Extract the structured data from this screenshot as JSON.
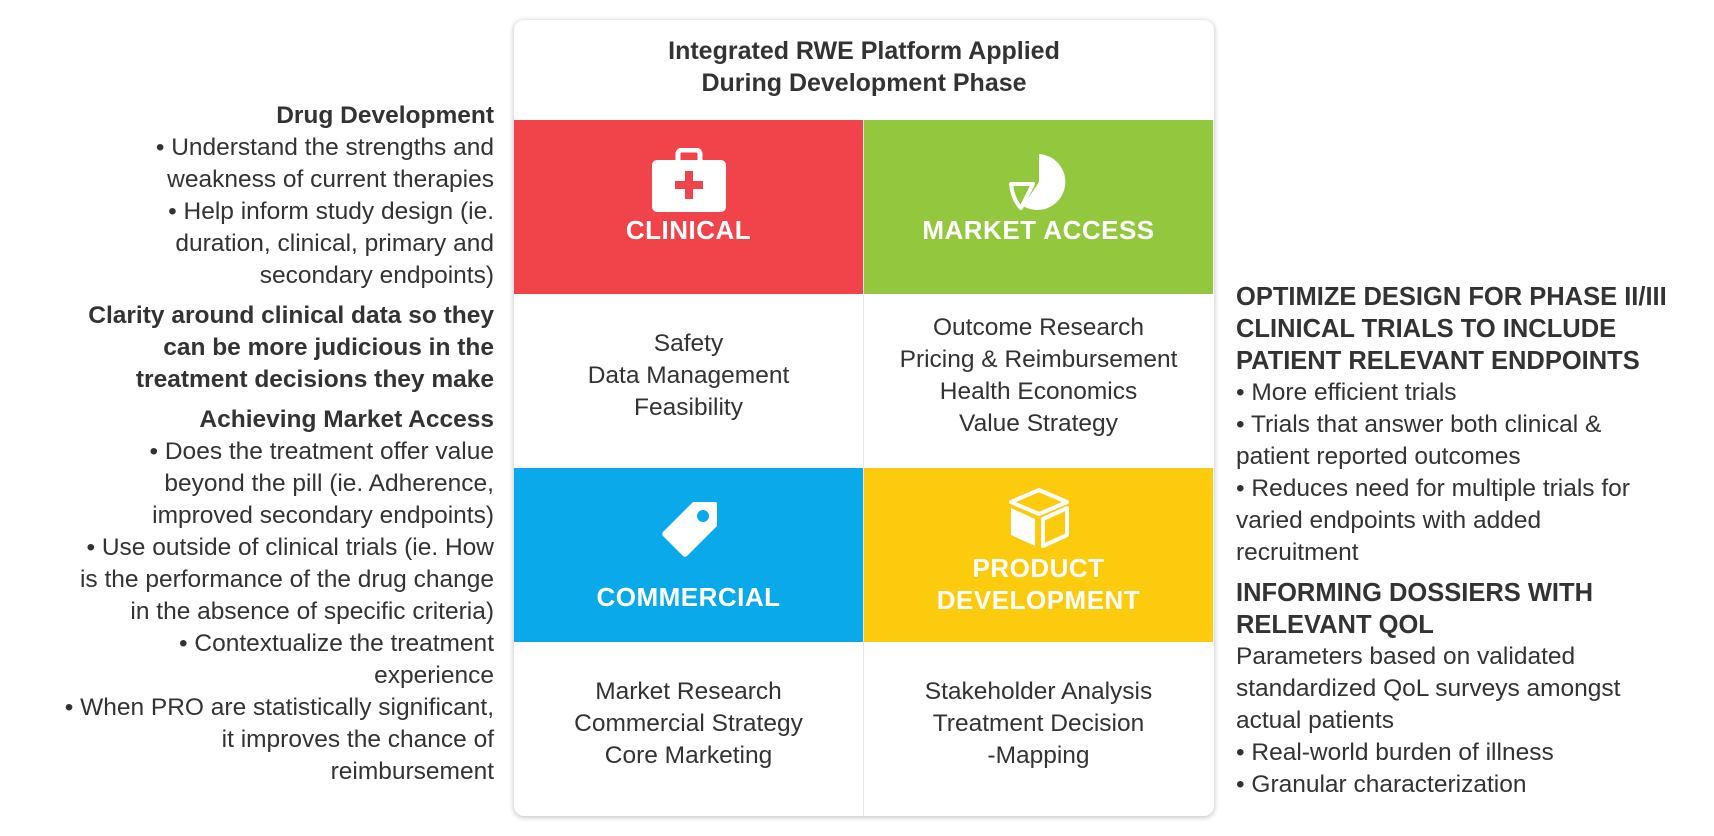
{
  "left": {
    "drug_dev": {
      "heading": "Drug Development",
      "lines": [
        "• Understand the strengths and",
        "weakness of current therapies",
        "• Help inform study design (ie.",
        "duration, clinical, primary and",
        "secondary endpoints)"
      ]
    },
    "clarity": {
      "lines": [
        "Clarity around clinical data so they",
        "can be more judicious in the",
        "treatment decisions they make"
      ]
    },
    "market_access": {
      "heading": "Achieving Market Access",
      "lines": [
        "• Does the treatment offer value",
        "beyond the pill (ie. Adherence,",
        "improved secondary endpoints)",
        "• Use outside of clinical trials (ie. How",
        "is the performance of the drug change",
        "in the absence of specific criteria)",
        "• Contextualize the treatment",
        "experience",
        "• When PRO are statistically significant,",
        "it improves the chance of",
        "reimbursement"
      ]
    }
  },
  "center": {
    "title_line1": "Integrated RWE Platform Applied",
    "title_line2": "During Development Phase",
    "tiles": {
      "clinical": {
        "label": "CLINICAL",
        "color": "#f0434a",
        "icon": "first-aid-kit-icon",
        "items": [
          "Safety",
          "Data Management",
          "Feasibility"
        ]
      },
      "market_access": {
        "label": "MARKET ACCESS",
        "color": "#93c83e",
        "icon": "pie-chart-icon",
        "items": [
          "Outcome Research",
          "Pricing & Reimbursement",
          "Health Economics",
          "Value Strategy"
        ]
      },
      "commercial": {
        "label": "COMMERCIAL",
        "color": "#0aaaea",
        "icon": "price-tag-icon",
        "items": [
          "Market Research",
          "Commercial Strategy",
          "Core Marketing"
        ]
      },
      "product_dev": {
        "label_line1": "PRODUCT",
        "label_line2": "DEVELOPMENT",
        "color": "#fccb0e",
        "icon": "box-icon",
        "items": [
          "Stakeholder Analysis",
          "Treatment Decision",
          "-Mapping"
        ]
      }
    }
  },
  "right": {
    "optimize": {
      "heading_lines": [
        "OPTIMIZE DESIGN FOR PHASE II/III",
        "CLINICAL TRIALS TO INCLUDE",
        "PATIENT RELEVANT ENDPOINTS"
      ],
      "lines": [
        "• More efficient trials",
        "• Trials that answer both clinical &",
        "patient reported outcomes",
        "• Reduces need for multiple trials for",
        "varied endpoints with added",
        "recruitment"
      ]
    },
    "dossiers": {
      "heading_lines": [
        "INFORMING DOSSIERS WITH",
        "RELEVANT QOL"
      ],
      "lines": [
        "Parameters based on validated",
        "standardized QoL surveys amongst",
        "actual patients",
        "• Real-world burden of illness",
        "• Granular characterization"
      ]
    }
  }
}
